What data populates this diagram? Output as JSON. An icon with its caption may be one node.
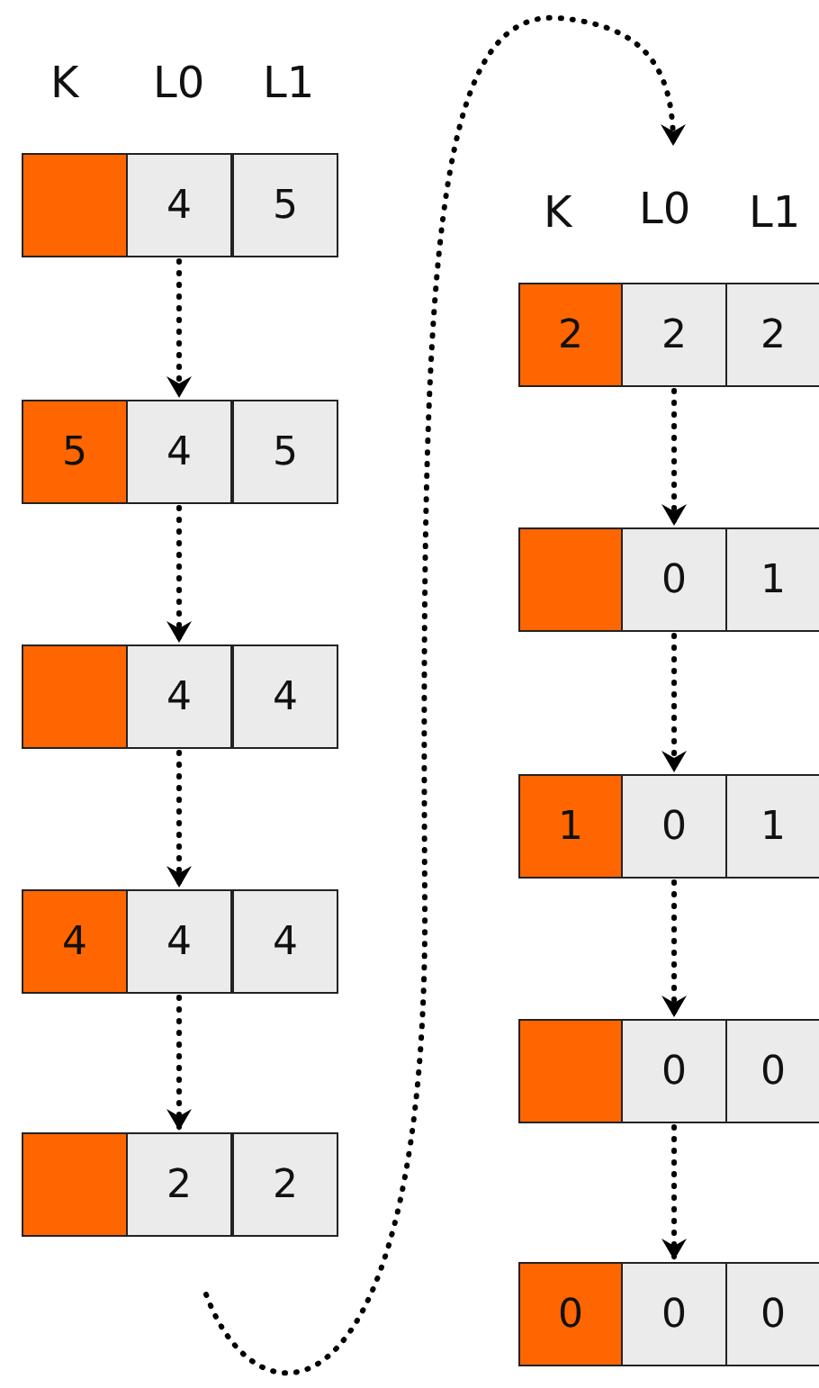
{
  "diagram": {
    "nodes": [
      {
        "text": [],
        "shape": "box"
      },
      {
        "text": [
          "4"
        ]
      },
      {
        "text": [
          "5"
        ]
      },
      {
        "text": [
          "5"
        ]
      },
      {
        "text": [
          "4"
        ]
      },
      {
        "text": [
          "5"
        ]
      },
      {
        "text": [],
        "shape": "box"
      },
      {
        "text": [
          "4"
        ]
      },
      {
        "text": [
          "4"
        ]
      },
      {
        "text": [
          "4"
        ]
      },
      {
        "text": [
          "4"
        ]
      },
      {
        "text": [
          "4"
        ]
      },
      {
        "text": [],
        "shape": "box"
      },
      {
        "text": [
          "2"
        ]
      },
      {
        "text": [
          "2"
        ]
      },
      {
        "text": [
          "L0"
        ]
      },
      {
        "text": [
          "2"
        ]
      },
      {
        "text": [
          "2"
        ]
      },
      {
        "text": [
          "2"
        ]
      },
      {
        "text": [],
        "shape": "box"
      },
      {
        "text": [
          "0"
        ]
      },
      {
        "text": [
          "1"
        ]
      },
      {
        "text": [
          "1"
        ]
      },
      {
        "text": [
          "0"
        ]
      },
      {
        "text": [
          "1"
        ]
      },
      {
        "text": [],
        "shape": "box"
      },
      {
        "text": [
          "0"
        ]
      },
      {
        "text": [
          "0"
        ]
      },
      {
        "text": [
          "0"
        ]
      },
      {
        "text": [
          "0"
        ]
      },
      {
        "text": [
          "0"
        ]
      }
    ],
    "edges": [
      {
        "from": 1,
        "to": 4,
        "arrow": "to",
        "style": "dashed"
      },
      {
        "from": 4,
        "to": 7,
        "arrow": "to",
        "style": "dashed"
      },
      {
        "from": 7,
        "to": 10,
        "arrow": "to",
        "style": "dashed"
      },
      {
        "from": 10,
        "to": 13,
        "arrow": "to",
        "style": "dashed"
      },
      {
        "from": 13,
        "to": 15,
        "arrow": "to",
        "style": "dashed"
      },
      {
        "from": 17,
        "to": 20,
        "arrow": "to",
        "style": "dashed"
      },
      {
        "from": 20,
        "to": 23,
        "arrow": "to",
        "style": "dashed"
      },
      {
        "from": 23,
        "to": 26,
        "arrow": "to",
        "style": "dashed"
      },
      {
        "from": 26,
        "to": 29,
        "arrow": "to",
        "style": "dashed"
      }
    ],
    "labels": [
      "K",
      "L0",
      "L1",
      "K",
      "L1"
    ]
  }
}
